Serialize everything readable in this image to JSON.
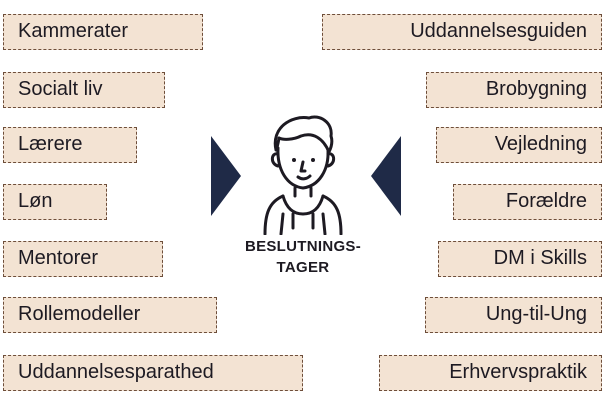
{
  "left_factors": [
    "Kammerater",
    "Socialt liv",
    "Lærere",
    "Løn",
    "Mentorer",
    "Rollemodeller",
    "Uddannelsesparathed"
  ],
  "right_factors": [
    "Uddannelsesguiden",
    "Brobygning",
    "Vejledning",
    "Forældre",
    "DM i Skills",
    "Ung-til-Ung",
    "Erhvervspraktik"
  ],
  "center": {
    "label_line1": "BESLUTNINGS-",
    "label_line2": "TAGER",
    "icon": "student-person-icon"
  },
  "colors": {
    "tag_fill": "#f3e3d3",
    "tag_border": "#6e4e3a",
    "arrow": "#1f2a47",
    "text": "#1d1a22"
  }
}
